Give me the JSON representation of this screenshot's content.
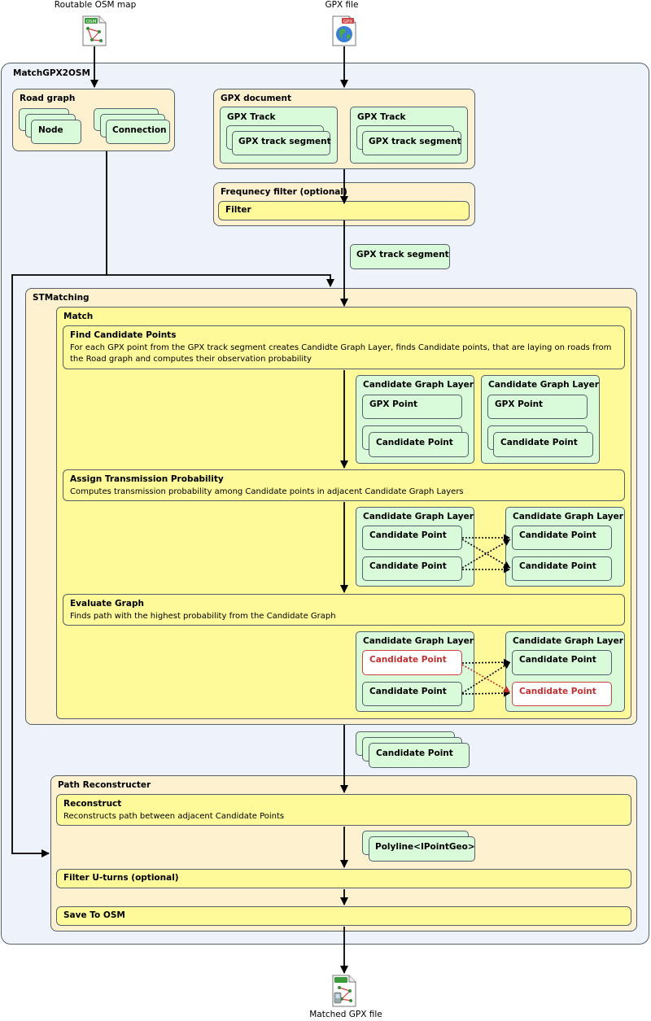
{
  "inputs": {
    "osm_label": "Routable OSM map",
    "osm_badge": "OSM",
    "gpx_label": "GPX file",
    "gpx_badge": "GPX"
  },
  "output": {
    "label": "Matched GPX file"
  },
  "main": {
    "title": "MatchGPX2OSM"
  },
  "road_graph": {
    "title": "Road graph",
    "node": "Node",
    "connection": "Connection"
  },
  "gpx_document": {
    "title": "GPX document",
    "track1": "GPX Track",
    "track1_segment": "GPX track segment",
    "track2": "GPX Track",
    "track2_segment": "GPX track segment"
  },
  "freq_filter": {
    "title": "Frequnecy filter (optional)",
    "filter": "Filter"
  },
  "gpx_track_segment": "GPX track segment",
  "stmatching": {
    "title": "STMatching",
    "match": {
      "title": "Match",
      "find_candidates": {
        "title": "Find Candidate Points",
        "description_line1": "For each GPX point from the GPX track segment creates Candidte Graph Layer, finds Candidate points, that are laying on roads from",
        "description_line2": "the Road graph and computes their observation probability"
      },
      "layers_a": [
        {
          "title": "Candidate Graph Layer",
          "gpx_point": "GPX Point",
          "candidate": "Candidate Point"
        },
        {
          "title": "Candidate Graph Layer",
          "gpx_point": "GPX Point",
          "candidate": "Candidate Point"
        }
      ],
      "assign_tp": {
        "title": "Assign Transmission Probability",
        "description": "Computes transmission probability among Candidate points in adjacent Candidate Graph Layers"
      },
      "layers_b": {
        "left_title": "Candidate Graph Layer",
        "left_c1": "Candidate Point",
        "left_c2": "Candidate Point",
        "right_title": "Candidate Graph Layer",
        "right_c1": "Candidate Point",
        "right_c2": "Candidate Point"
      },
      "evaluate": {
        "title": "Evaluate Graph",
        "description": "Finds path with the highest probability from the Candidate Graph"
      },
      "layers_c": {
        "left_title": "Candidate Graph Layer",
        "left_c1": "Candidate Point",
        "left_c2": "Candidate Point",
        "right_title": "Candidate Graph Layer",
        "right_c1": "Candidate Point",
        "right_c2": "Candidate Point"
      }
    }
  },
  "candidate_points": "Candidate Point",
  "path_reconstructer": {
    "title": "Path Reconstructer",
    "reconstruct": {
      "title": "Reconstruct",
      "description": "Reconstructs path between adjacent Candidate Points"
    },
    "polyline": "Polyline<IPointGeo>",
    "filter_uturns": "Filter U-turns (optional)",
    "save": "Save To OSM"
  },
  "colors": {
    "outer_bg": "#eef3fb",
    "cream": "#fdf1cf",
    "yellow": "#fef999",
    "green": "#d9fbd9",
    "highlight_red": "#c03030"
  }
}
